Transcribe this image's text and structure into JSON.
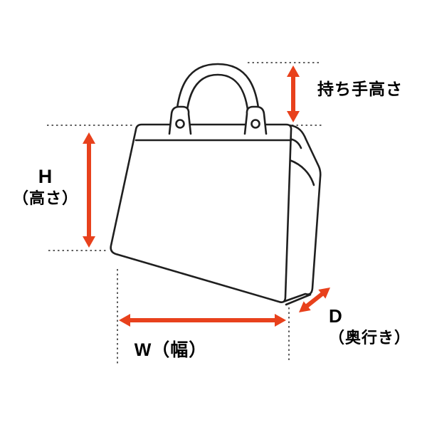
{
  "diagram": {
    "kind": "bag-dimension-diagram",
    "subject": "handbag line drawing with measurement arrows"
  },
  "colors": {
    "arrow": "#e8411c",
    "outline": "#1f1f1f",
    "guide": "#4a4a4a",
    "background": "#ffffff"
  },
  "measurements": {
    "handle_height": {
      "label": "持ち手高さ"
    },
    "height": {
      "label_main": "H",
      "label_sub": "（高さ）"
    },
    "width": {
      "label": "W（幅）"
    },
    "depth": {
      "label_main": "D",
      "label_sub": "（奥行き）"
    }
  }
}
